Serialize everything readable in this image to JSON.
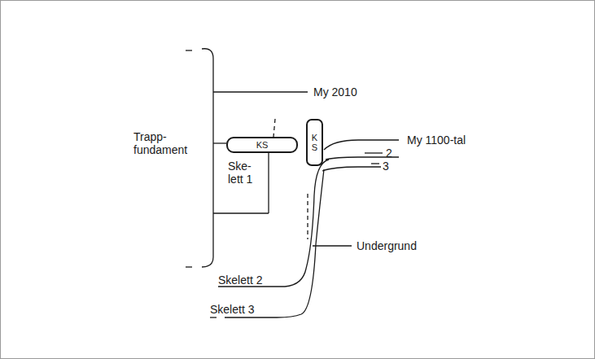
{
  "diagram": {
    "nodes": [
      {
        "text": [
          "KS"
        ]
      },
      {
        "text": [
          "KS"
        ]
      }
    ],
    "labels": [
      "Trapp- fundament",
      "My 2010",
      "My 1100-tal",
      "2",
      "3",
      "Ske- lett 1",
      "Undergrund",
      "Skelett 2",
      "Skelett 3"
    ]
  }
}
